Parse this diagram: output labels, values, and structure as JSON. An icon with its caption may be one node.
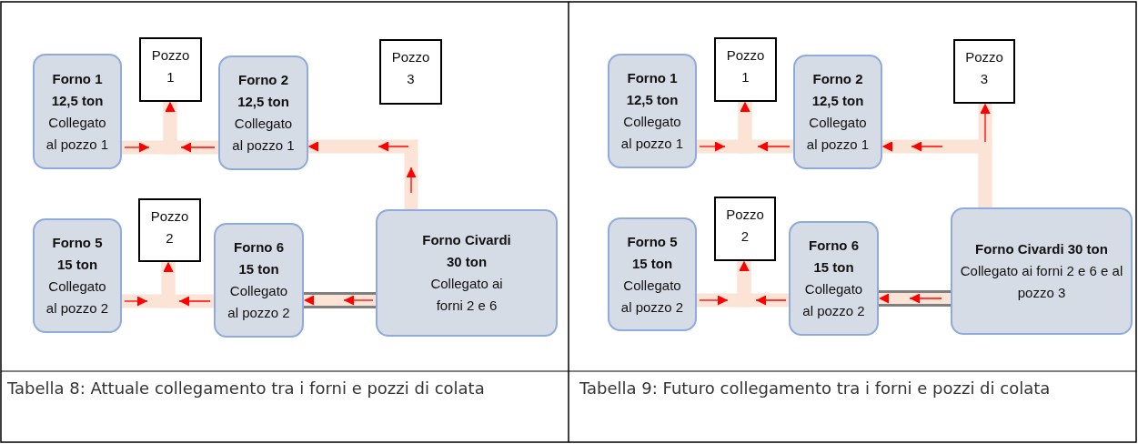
{
  "diagram": {
    "nodes": [
      {
        "text": [
          "Forno 1 12,5 ton",
          "Collegato al pozzo 1"
        ]
      },
      {
        "text": [
          "Pozzo 1"
        ]
      },
      {
        "text": [
          "Forno 2 12,5 ton",
          "Collegato al pozzo 1"
        ]
      },
      {
        "text": [
          "Pozzo 3"
        ]
      },
      {
        "text": [
          "Forno 5 15 ton",
          "Collegato al pozzo 2"
        ]
      },
      {
        "text": [
          "Pozzo 2"
        ]
      },
      {
        "text": [
          "Forno 6 15 ton",
          "Collegato al pozzo 2"
        ]
      },
      {
        "text": [
          "Forno Civardi 30 ton",
          "Collegato ai forni 2 e 6"
        ]
      },
      {
        "text": [
          "Forno 1 12,5 ton",
          "Collegato al pozzo 1"
        ]
      },
      {
        "text": [
          "Pozzo 1"
        ]
      },
      {
        "text": [
          "Forno 2 12,5 ton",
          "Collegato al pozzo 1"
        ]
      },
      {
        "text": [
          "Pozzo 3"
        ]
      },
      {
        "text": [
          "Forno 5 15 ton",
          "Collegato al pozzo 2"
        ]
      },
      {
        "text": [
          "Pozzo 2"
        ]
      },
      {
        "text": [
          "Forno 6 15 ton",
          "Collegato al pozzo 2"
        ]
      },
      {
        "text": [
          "Forno Civardi 30 ton",
          "Collegato ai forni 2 e 6 e al pozzo 3"
        ]
      }
    ],
    "edges": [
      {
        "from": 0,
        "to": 1,
        "arrow": "to"
      },
      {
        "from": 2,
        "to": 1,
        "arrow": "to"
      },
      {
        "from": 7,
        "to": 2,
        "arrow": "to"
      },
      {
        "from": 4,
        "to": 5,
        "arrow": "to"
      },
      {
        "from": 6,
        "to": 5,
        "arrow": "to"
      },
      {
        "from": 7,
        "to": 6,
        "arrow": "to",
        "color": "#7f7f7f"
      },
      {
        "from": 8,
        "to": 9,
        "arrow": "to"
      },
      {
        "from": 10,
        "to": 9,
        "arrow": "to"
      },
      {
        "from": 15,
        "to": 10,
        "arrow": "to"
      },
      {
        "from": 15,
        "to": 11,
        "arrow": "to"
      },
      {
        "from": 12,
        "to": 13,
        "arrow": "to"
      },
      {
        "from": 14,
        "to": 13,
        "arrow": "to"
      },
      {
        "from": 15,
        "to": 14,
        "arrow": "to",
        "color": "#7f7f7f"
      }
    ],
    "labels": [
      "Tabella 8: Attuale collegamento tra i forni e pozzi di colata",
      "Tabella 9: Futuro collegamento tra i forni e pozzi di colata"
    ]
  }
}
